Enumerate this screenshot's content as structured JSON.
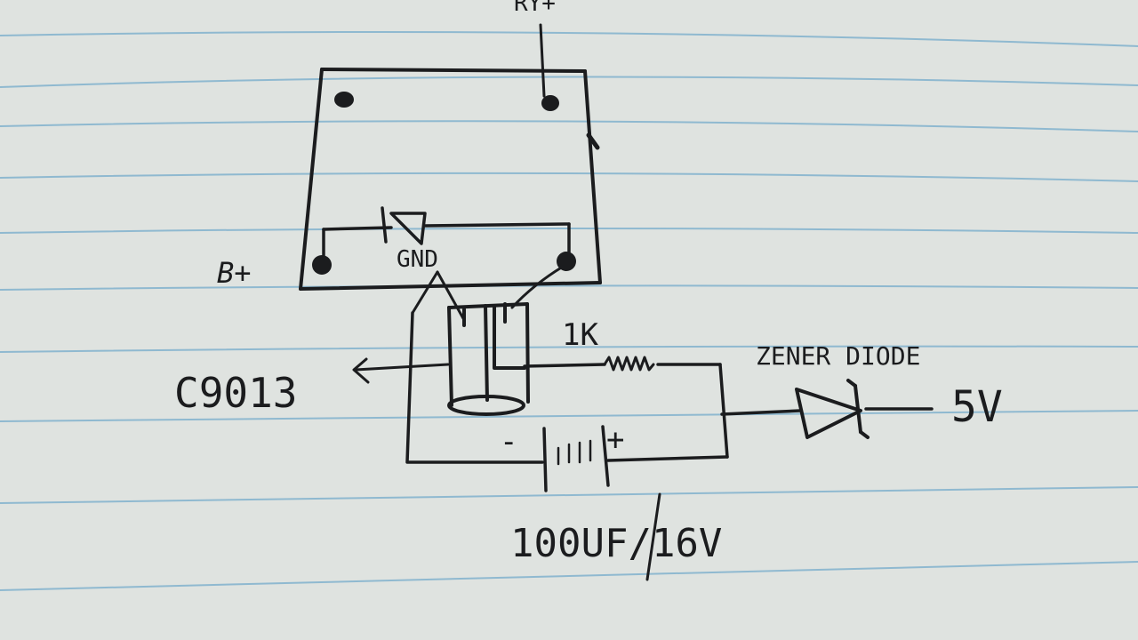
{
  "labels": {
    "top_text": "RY+",
    "b_plus": "B+",
    "gnd": "GND",
    "transistor": "C9013",
    "resistor": "1K",
    "zener": "ZENER DIODE",
    "output_voltage": "5V",
    "capacitor_minus": "-",
    "capacitor_plus": "+",
    "capacitor_rating": "100UF/16V"
  },
  "colors": {
    "paper": "#dfe3e0",
    "ink": "#1b1c1e",
    "ruled_line": "#8fb9d0"
  }
}
